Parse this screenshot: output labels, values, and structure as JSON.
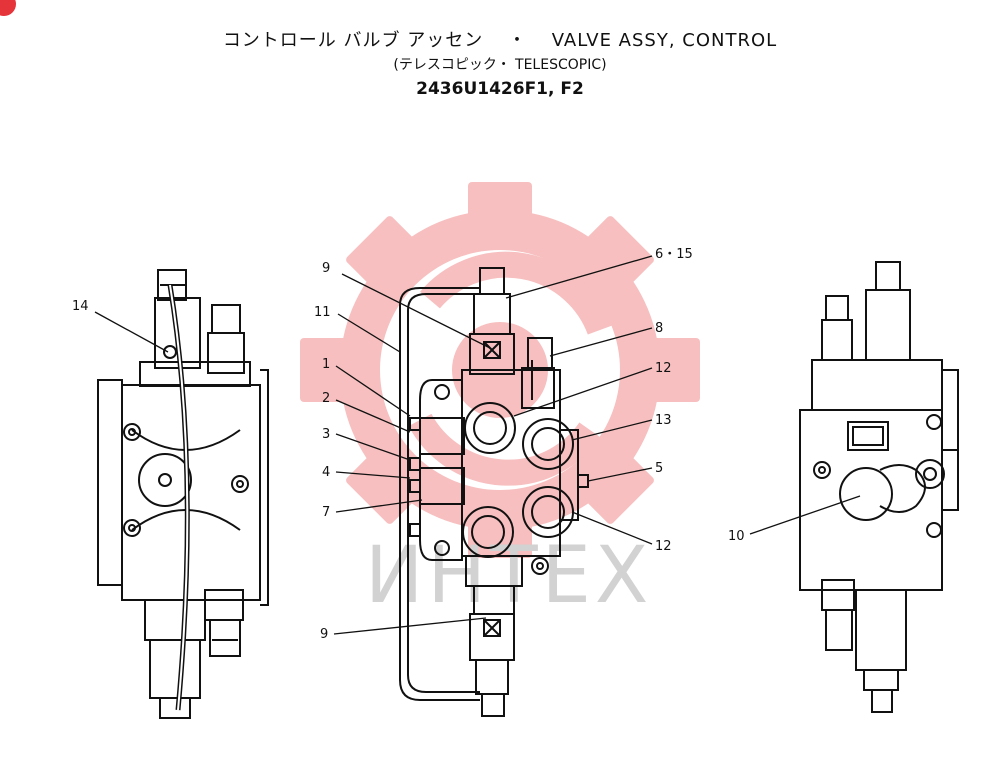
{
  "title": {
    "jp": "コントロール バルブ アッセン",
    "separator": "・",
    "en": "VALVE ASSY, CONTROL",
    "variant": "(テレスコピック・ TELESCOPIC)",
    "part_number": "2436U1426F1, F2"
  },
  "watermark": {
    "text": "ИНТЕХ",
    "color": "#f2a0a0"
  },
  "callouts": {
    "c14": "14",
    "c9a": "9",
    "c11": "11",
    "c1": "1",
    "c2": "2",
    "c3": "3",
    "c4": "4",
    "c7": "7",
    "c9b": "9",
    "c6_15": "6・15",
    "c8": "8",
    "c12a": "12",
    "c13": "13",
    "c5": "5",
    "c12b": "12",
    "c10": "10"
  }
}
